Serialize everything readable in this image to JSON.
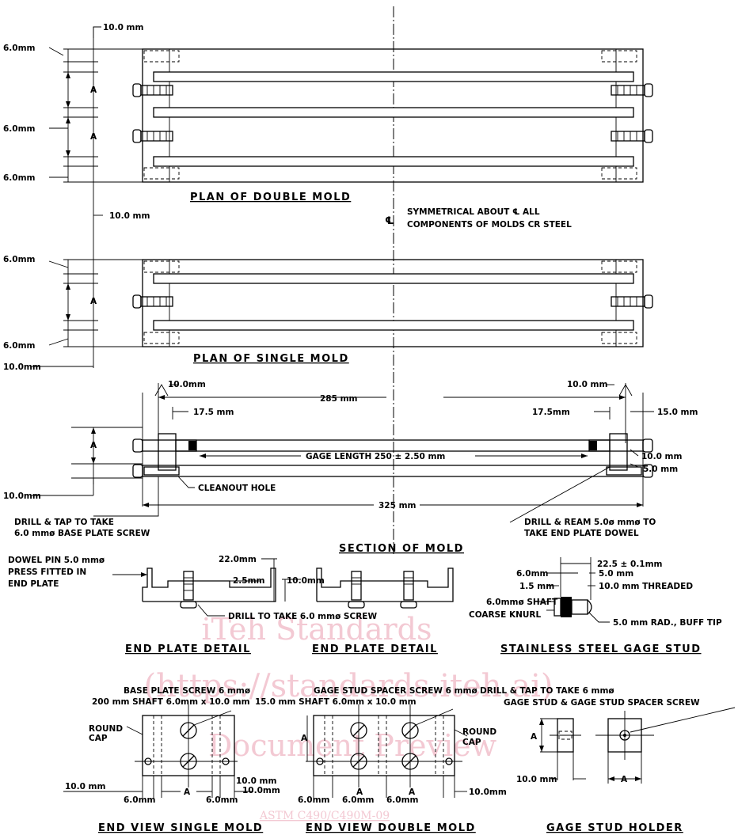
{
  "labels": {
    "dim_10mm_top": "10.0 mm",
    "dim_6mm_a": "6.0mm",
    "dim_6mm_b": "6.0mm",
    "dim_6mm_c": "6.0mm",
    "dim_6mm_d": "6.0mm",
    "dim_6mm_e": "6.0mm",
    "dim_10mm_mid": "10.0 mm",
    "dim_10mm_single": "10.0mm",
    "a1": "A",
    "a2": "A",
    "a3": "A",
    "a4": "A",
    "title_double_plan": "PLAN OF DOUBLE MOLD",
    "title_single_plan": "PLAN OF SINGLE MOLD",
    "sym_line1": "SYMMETRICAL ABOUT ℄ ALL",
    "sym_line2": "COMPONENTS OF MOLDS CR STEEL",
    "cl_mark": "℄",
    "sec_10mm_left": "10.0mm",
    "sec_10mm_right": "10.0 mm",
    "sec_285": "285 mm",
    "sec_175_left": "17.5 mm",
    "sec_175_right": "17.5mm",
    "sec_15mm": "15.0 mm",
    "sec_gage_length": "GAGE LENGTH 250 ± 2.50 mm",
    "sec_10mm_r2": "10.0 mm",
    "sec_5mm": "5.0 mm",
    "sec_10mm_bottom": "10.0mm",
    "sec_cleanout": "CLEANOUT HOLE",
    "sec_325": "325 mm",
    "sec_drill_tap_1": "DRILL & TAP TO TAKE",
    "sec_drill_tap_2": "6.0 mmø BASE PLATE SCREW",
    "sec_drill_ream_1": "DRILL & REAM 5.0ø mmø TO",
    "sec_drill_ream_2": "TAKE END PLATE DOWEL",
    "title_section": "SECTION OF MOLD",
    "dowel_1": "DOWEL PIN 5.0 mmø",
    "dowel_2": "PRESS FITTED IN",
    "dowel_3": "END PLATE",
    "ep_22mm": "22.0mm",
    "ep_25mm": "2.5mm",
    "ep_10mm": "10.0mm",
    "ep_drill": "DRILL TO TAKE 6.0 mmø SCREW",
    "title_end_plate_1": "END PLATE DETAIL",
    "title_end_plate_2": "END PLATE DETAIL",
    "gs_225": "22.5 ± 0.1mm",
    "gs_6mm": "6.0mm",
    "gs_5mm": "5.0 mm",
    "gs_15mm": "1.5 mm",
    "gs_10mm_thr": "10.0 mm THREADED",
    "gs_shaft": "6.0mmø SHAFT",
    "gs_knurl": "COARSE KNURL",
    "gs_rad": "5.0 mm RAD., BUFF TIP",
    "title_gage_stud": "STAINLESS STEEL GAGE STUD",
    "ev_base_screw": "BASE PLATE SCREW 6 mmø",
    "ev_base_shaft": "200 mm SHAFT 6.0mm x 10.0 mm",
    "ev_round_cap_1": "ROUND",
    "ev_round_cap_2": "CAP",
    "ev_10mm": "10.0 mm",
    "ev_6mm_a": "6.0mm",
    "ev_6mm_b": "6.0mm",
    "ev_a": "A",
    "ev_10mm_mid1": "10.0 mm",
    "ev_10mm_mid2": "10.0mm",
    "evd_spacer_screw": "GAGE STUD SPACER SCREW 6 mmø",
    "evd_shaft": "15.0 mm SHAFT 6.0mm x 10.0 mm",
    "evd_round_cap_1": "ROUND",
    "evd_round_cap_2": "CAP",
    "evd_a1": "A",
    "evd_a2": "A",
    "evd_a3": "A",
    "evd_6mm_a": "6.0mm",
    "evd_6mm_b": "6.0mm",
    "evd_6mm_c": "6.0mm",
    "evd_10mm": "10.0mm",
    "title_end_view_single": "END VIEW SINGLE MOLD",
    "title_end_view_double": "END VIEW DOUBLE MOLD",
    "gh_drill_1": "DRILL & TAP TO TAKE 6 mmø",
    "gh_drill_2": "GAGE STUD & GAGE STUD SPACER SCREW",
    "gh_a1": "A",
    "gh_a2": "A",
    "gh_10mm": "10.0 mm",
    "title_gage_holder": "GAGE STUD HOLDER",
    "wm_line1": "iTeh Standards",
    "wm_line2": "(https://standards.iteh.ai)",
    "wm_line3": "Document Preview",
    "wm_line4": "ASTM C490/C490M-09"
  },
  "colors": {
    "ink": "#000000",
    "watermark": "#f3c9d3",
    "paper": "#ffffff"
  }
}
